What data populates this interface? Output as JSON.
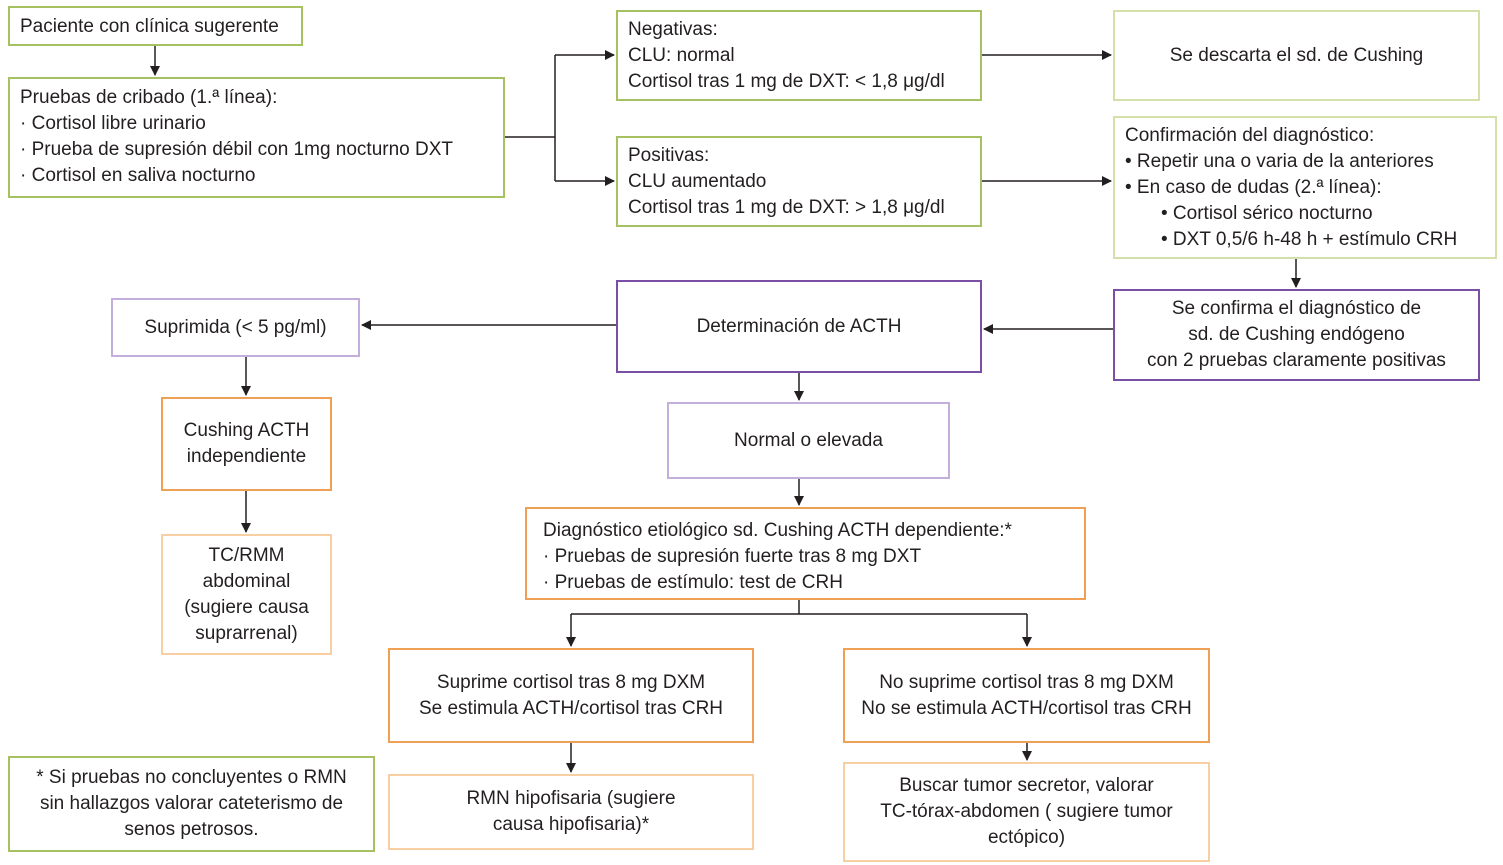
{
  "colors": {
    "green": "#a6c161",
    "light_green": "#d3e0aa",
    "purple": "#7b4fa6",
    "light_purple": "#c3aedc",
    "orange": "#f0a055",
    "light_orange": "#f7cfa3",
    "arrow": "#231f20"
  },
  "nodes": {
    "start": {
      "lines": [
        "Paciente con clínica sugerente"
      ]
    },
    "screening": {
      "lines": [
        "Pruebas de cribado (1.ª línea):",
        "· Cortisol libre urinario",
        "· Prueba de supresión débil con 1mg nocturno DXT",
        "· Cortisol en saliva nocturno"
      ]
    },
    "negative": {
      "lines": [
        "Negativas:",
        "CLU: normal",
        "Cortisol tras 1 mg de DXT: < 1,8 μg/dl"
      ]
    },
    "discarded": {
      "lines": [
        "Se descarta el sd. de Cushing"
      ]
    },
    "positive": {
      "lines": [
        "Positivas:",
        "CLU aumentado",
        "Cortisol tras 1 mg de DXT: > 1,8 μg/dl"
      ]
    },
    "confirmation": {
      "lines": [
        "Confirmación del diagnóstico:",
        "• Repetir una o varia de la anteriores",
        "• En caso de dudas (2.ª línea):",
        "•  Cortisol sérico nocturno",
        "• DXT 0,5/6 h-48 h +  estímulo CRH"
      ]
    },
    "confirmed": {
      "lines": [
        "Se confirma el diagnóstico de",
        "sd. de Cushing endógeno",
        "con 2 pruebas claramente positivas"
      ]
    },
    "acth": {
      "lines": [
        "Determinación de ACTH"
      ]
    },
    "suppressed": {
      "lines": [
        "Suprimida  (< 5 pg/ml)"
      ]
    },
    "independent": {
      "lines": [
        "Cushing ACTH",
        "independiente"
      ]
    },
    "tc_abdominal": {
      "lines": [
        "TC/RMM",
        "abdominal",
        "(sugiere causa",
        "suprarrenal)"
      ]
    },
    "normal_high": {
      "lines": [
        "Normal o elevada"
      ]
    },
    "etiologic": {
      "lines": [
        "Diagnóstico etiológico sd. Cushing ACTH dependiente:*",
        "· Pruebas de supresión fuerte tras 8 mg DXT",
        "· Pruebas de estímulo: test de CRH"
      ]
    },
    "suppresses": {
      "lines": [
        "Suprime cortisol tras 8 mg DXM",
        "Se estimula ACTH/cortisol tras CRH"
      ]
    },
    "not_suppresses": {
      "lines": [
        "No suprime cortisol tras 8 mg DXM",
        "No se estimula ACTH/cortisol tras CRH"
      ]
    },
    "rmn": {
      "lines": [
        "RMN hipofisaria (sugiere",
        "causa hipofisaria)*"
      ]
    },
    "tumor": {
      "lines": [
        "Buscar tumor secretor, valorar",
        "TC-tórax-abdomen ( sugiere tumor",
        "ectópico)"
      ]
    },
    "footnote": {
      "lines": [
        "* Si pruebas no concluyentes o RMN",
        "sin hallazgos valorar cateterismo de",
        "senos petrosos."
      ]
    }
  }
}
